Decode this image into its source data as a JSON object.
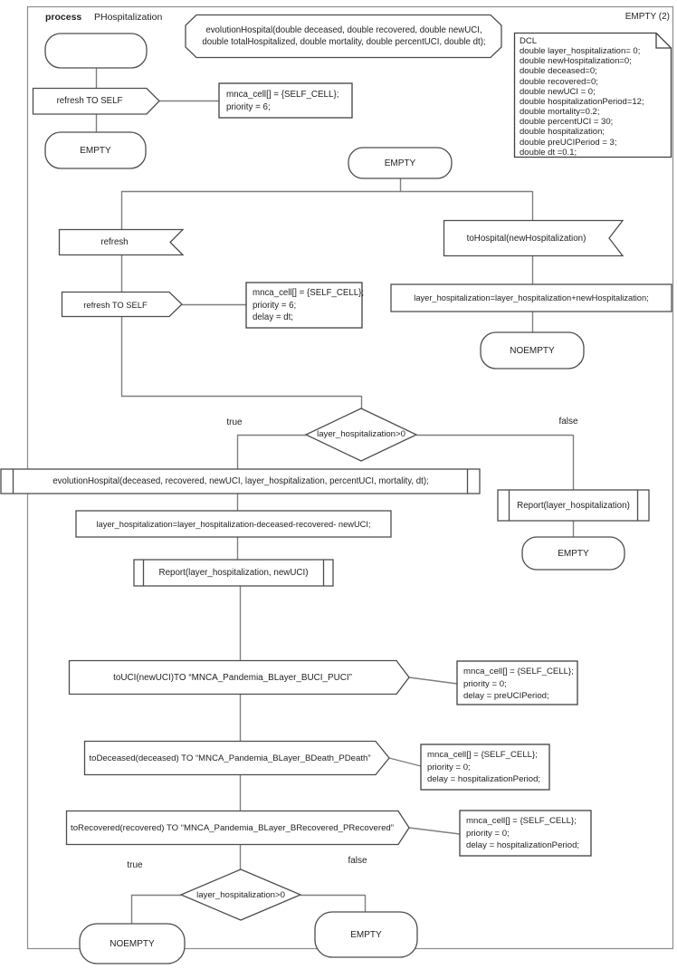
{
  "header": {
    "process_label": "process",
    "process_name": "PHospitalization",
    "corner_label": "EMPTY (2)"
  },
  "declaration": {
    "line1": "evolutionHospital(double deceased, double recovered, double newUCI,",
    "line2": "double totalHospitalized, double mortality, double percentUCI, double dt);"
  },
  "dcl": {
    "lines": [
      "DCL",
      "double layer_hospitalization= 0;",
      "double newHospitalization=0;",
      "double deceased=0;",
      "double recovered=0;",
      "double newUCI = 0;",
      "double hospitalizationPeriod=12;",
      "double mortality=0.2;",
      "double percentUCI = 30;",
      "double hospitalization;",
      "double preUCIPeriod = 3;",
      "double dt =0.1;"
    ]
  },
  "states": {
    "empty_left": "EMPTY",
    "empty_center": "EMPTY",
    "noempty_mid": "NOEMPTY",
    "empty_right": "EMPTY",
    "noempty_bottom": "NOEMPTY",
    "empty_bottom": "EMPTY"
  },
  "inputs": {
    "refresh": "refresh",
    "to_hospital": "toHospital(newHospitalization)"
  },
  "outputs": {
    "refresh_self_top": "refresh TO SELF",
    "refresh_self": "refresh TO SELF",
    "to_uci": "toUCI(newUCI)TO “MNCA_Pandemia_BLayer_BUCI_PUCI”",
    "to_deceased": "toDeceased(deceased) TO “MNCA_Pandemia_BLayer_BDeath_PDeath”",
    "to_recovered": "toRecovered(recovered) TO “MNCA_Pandemia_BLayer_BRecovered_PRecovered”"
  },
  "tasks": {
    "add": "layer_hospitalization=layer_hospitalization+newHospitalization;",
    "subtract": "layer_hospitalization=layer_hospitalization-deceased-recovered- newUCI;"
  },
  "procedures": {
    "evolution_call": "evolutionHospital(deceased, recovered, newUCI, layer_hospitalization, percentUCI, mortality, dt);",
    "report_full": "Report(layer_hospitalization, newUCI)",
    "report_layer": "Report(layer_hospitalization)"
  },
  "decisions": {
    "condition": "layer_hospitalization>0",
    "true_label": "true",
    "false_label": "false"
  },
  "comments": {
    "refresh_top": [
      "mnca_cell[] = {SELF_CELL};",
      "priority = 6;"
    ],
    "refresh_self": [
      "mnca_cell[] = {SELF_CELL};",
      "priority = 6;",
      "delay = dt;"
    ],
    "to_uci": [
      "mnca_cell[] = {SELF_CELL};",
      "priority = 0;",
      "delay = preUCIPeriod;"
    ],
    "to_deceased": [
      "mnca_cell[] = {SELF_CELL};",
      "priority = 0;",
      "delay = hospitalizationPeriod;"
    ],
    "to_recovered": [
      "mnca_cell[] = {SELF_CELL};",
      "priority = 0;",
      "delay = hospitalizationPeriod;"
    ]
  },
  "colors": {
    "frame": "#8c8c8c",
    "connector": "#7f7f7f",
    "shape_stroke": "#4d4d4d",
    "comment_stroke": "#404040",
    "text": "#1f1f1f",
    "background": "#ffffff"
  }
}
